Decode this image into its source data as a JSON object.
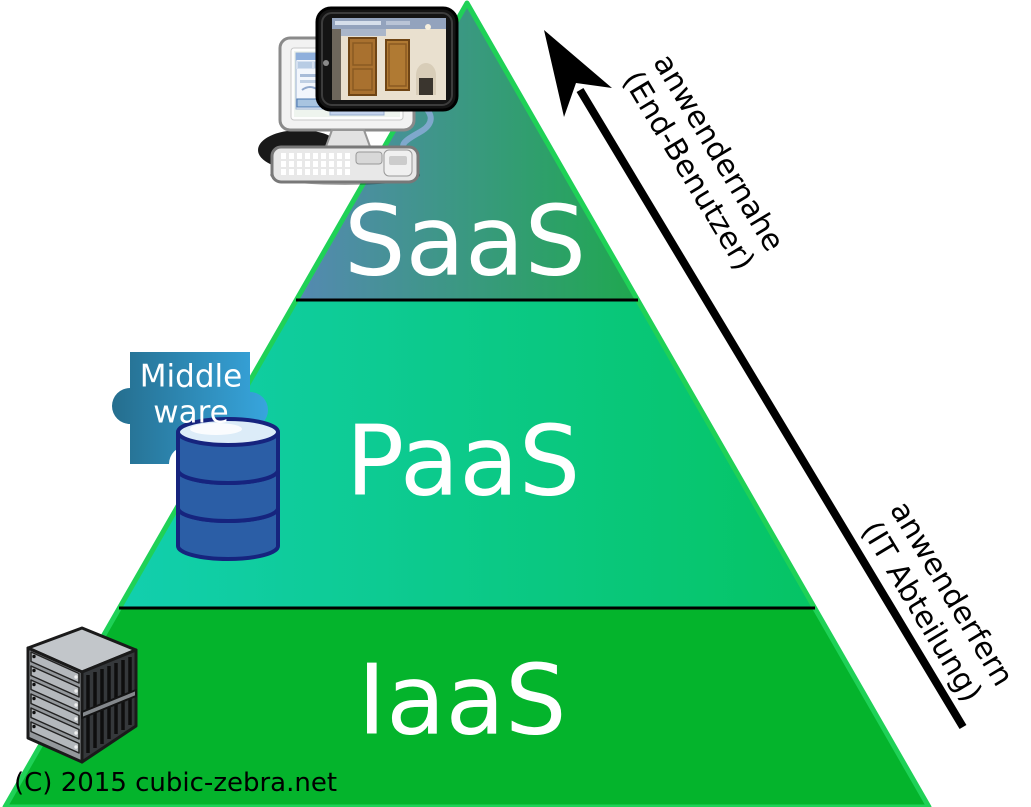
{
  "diagram": {
    "layers": [
      {
        "label": "SaaS",
        "fill_left": "#5589b2",
        "fill_right": "#1fa84f"
      },
      {
        "label": "PaaS",
        "fill_left": "#12cfae",
        "fill_right": "#05c464"
      },
      {
        "label": "IaaS",
        "fill": "#04b42c"
      }
    ],
    "border_color": "#1fd157",
    "divider_color": "#000000",
    "label_color": "#ffffff"
  },
  "axis_arrow": {
    "color": "#000000",
    "top_label": {
      "line1": "anwendernahe",
      "line2": "(End-Benutzer)"
    },
    "bottom_label": {
      "line1": "anwenderfern",
      "line2": "(IT Abteilung)"
    }
  },
  "icons": {
    "computer": "desktop-computer-with-photo-frame-icon",
    "middleware_puzzle": {
      "line1": "Middle",
      "line2": "ware"
    },
    "database": "database-stack-icon",
    "server": "server-rack-icon"
  },
  "footer": {
    "copyright": "(C) 2015 cubic-zebra.net"
  }
}
